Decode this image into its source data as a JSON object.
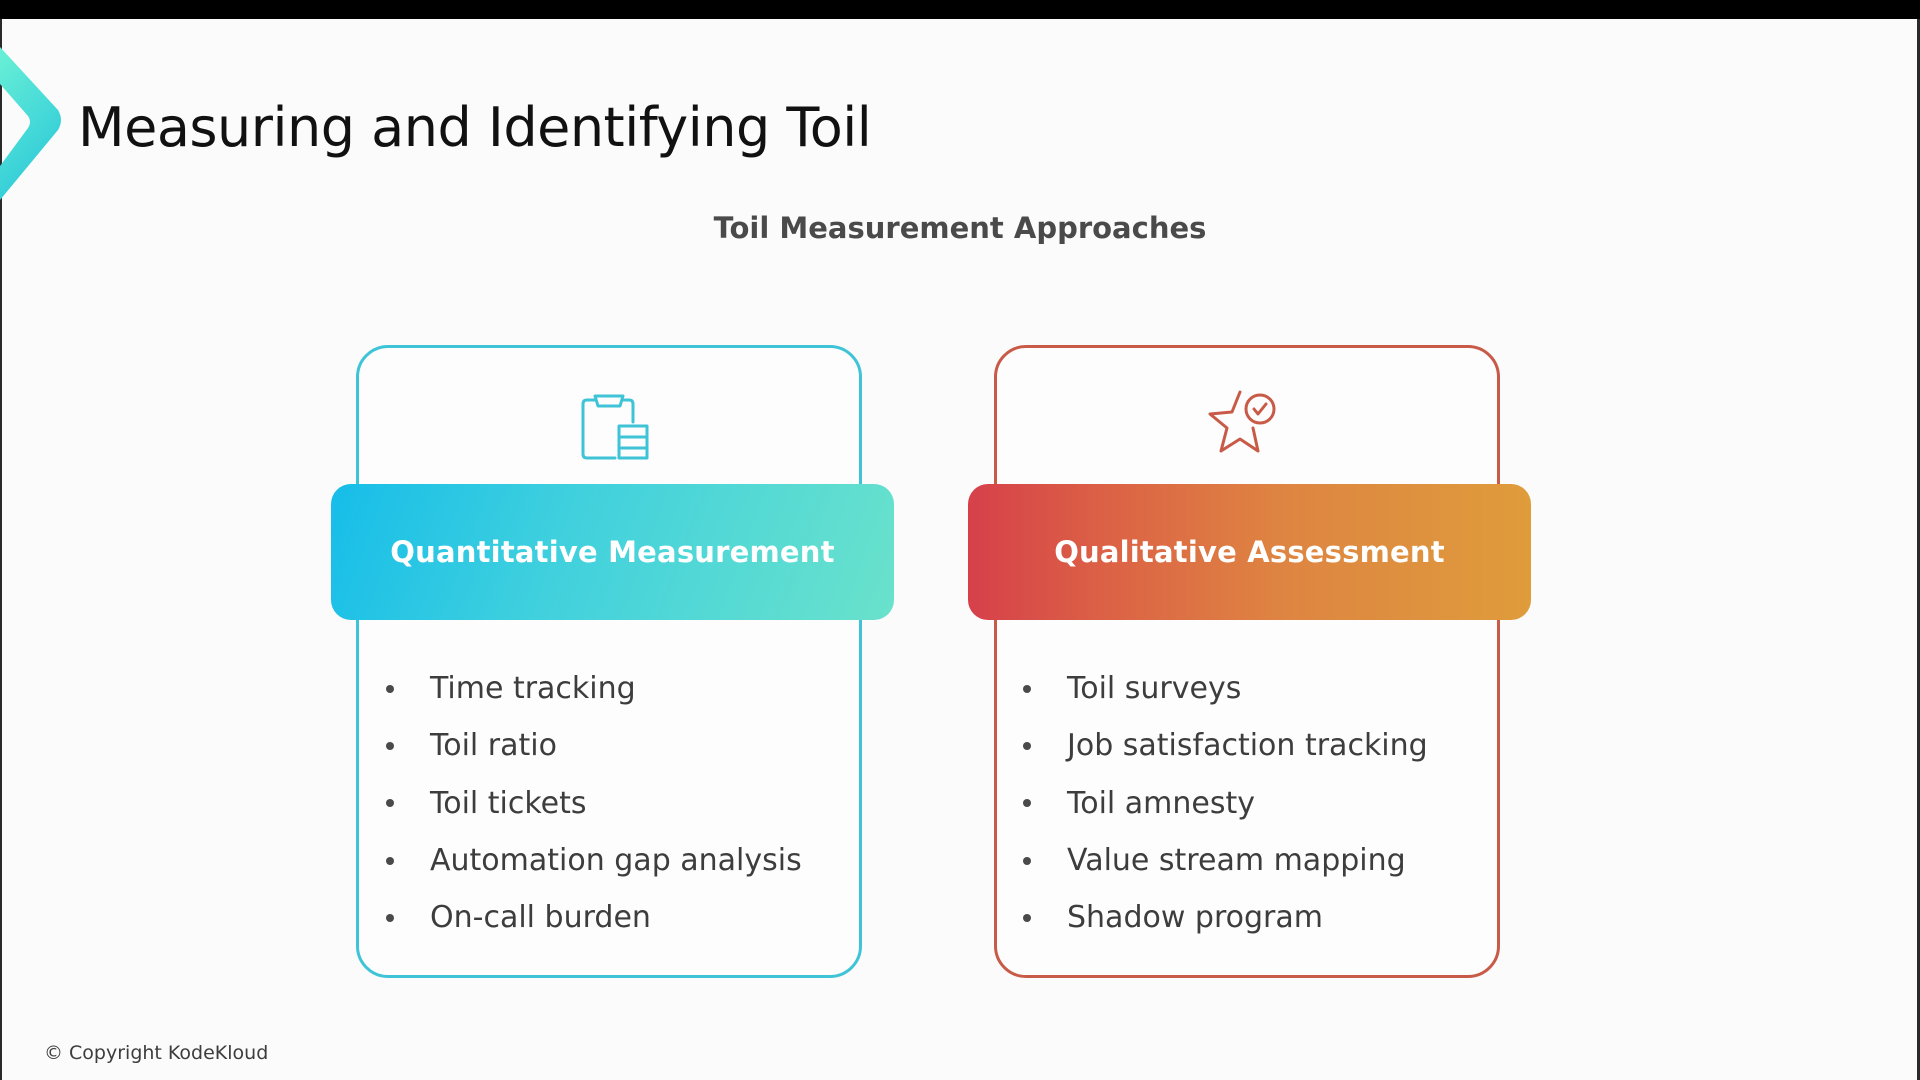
{
  "slide": {
    "title": "Measuring and Identifying Toil",
    "subtitle": "Toil Measurement Approaches",
    "footer": "© Copyright KodeKloud"
  },
  "colors": {
    "accent_teal": "#3ec4d6",
    "accent_red": "#c85a48",
    "quant_gradient": [
      "#16bde9",
      "#6ae2cb"
    ],
    "qual_gradient": [
      "#d6404a",
      "#df9c3b"
    ]
  },
  "cards": [
    {
      "icon": "clipboard-data-icon",
      "heading": "Quantitative Measurement",
      "items": [
        "Time tracking",
        "Toil ratio",
        "Toil tickets",
        "Automation gap analysis",
        "On-call burden"
      ]
    },
    {
      "icon": "star-check-icon",
      "heading": "Qualitative Assessment",
      "items": [
        "Toil surveys",
        "Job satisfaction tracking",
        "Toil amnesty",
        "Value stream mapping",
        "Shadow program"
      ]
    }
  ]
}
